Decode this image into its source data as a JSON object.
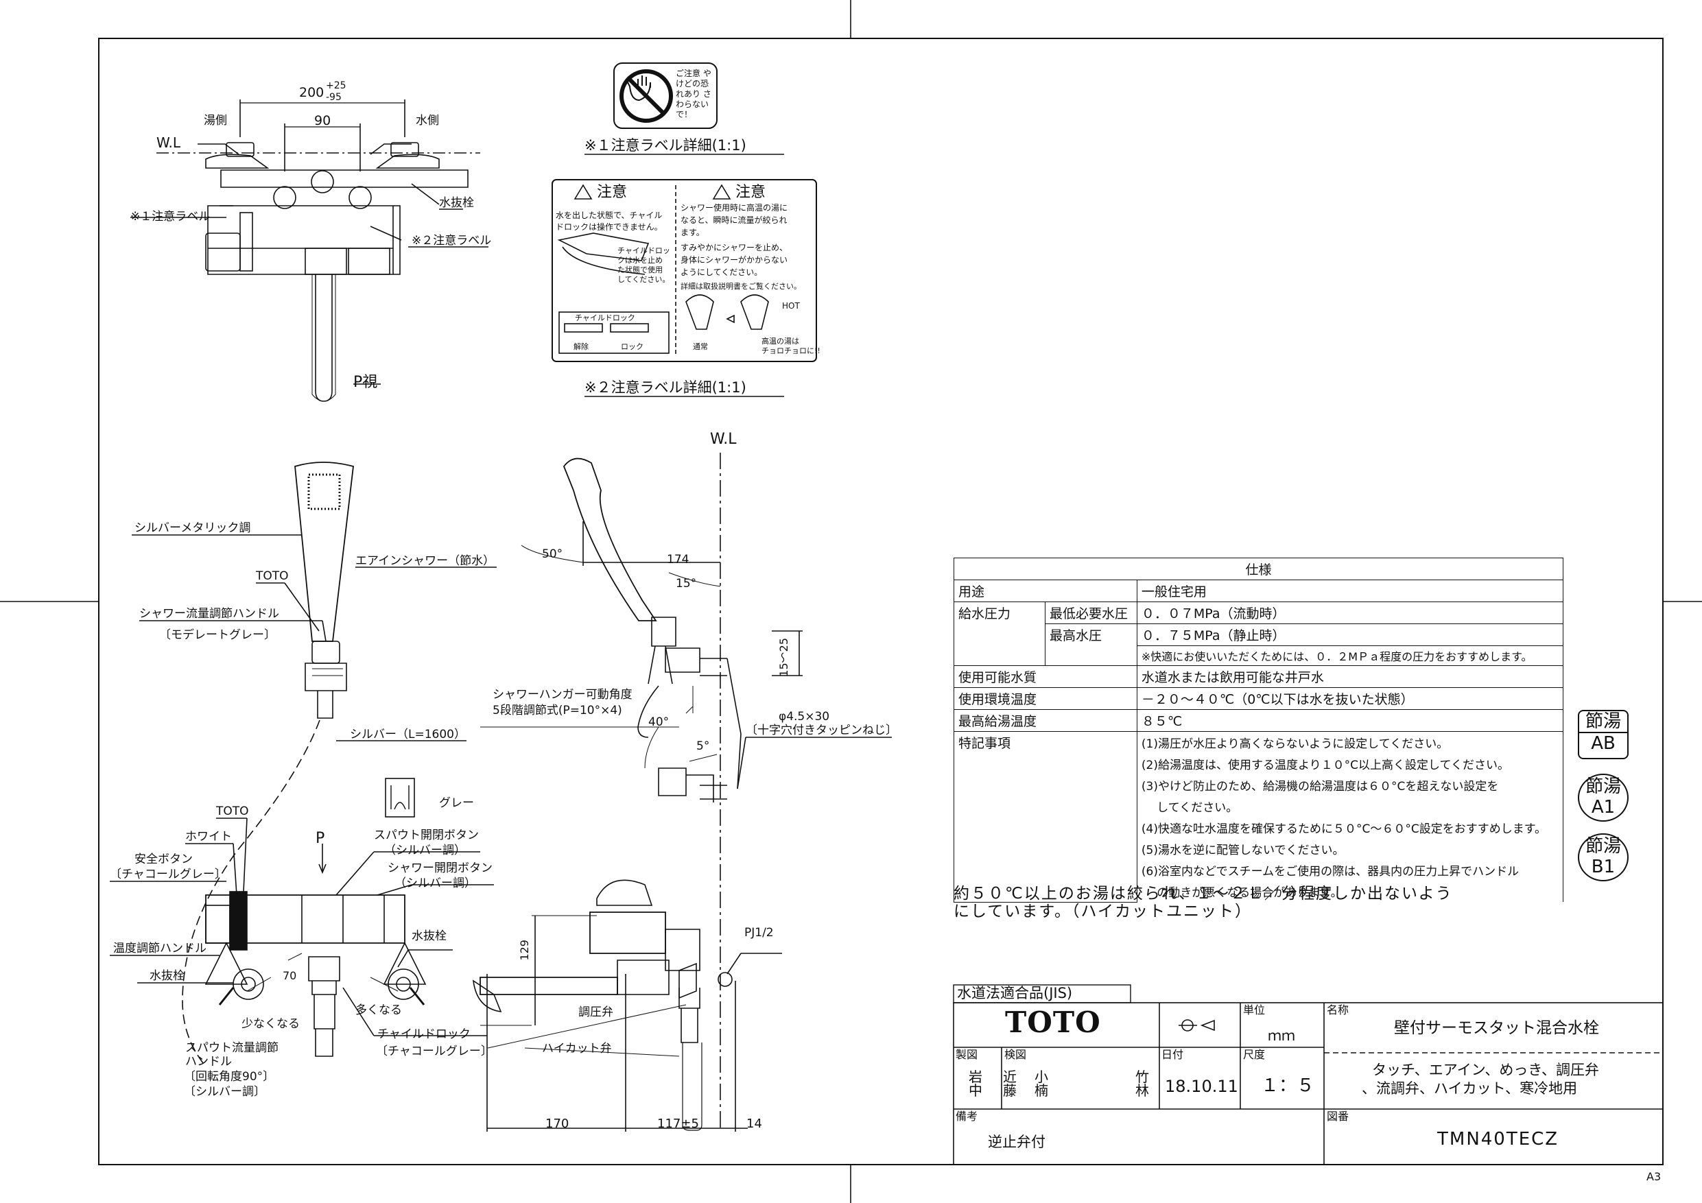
{
  "labels": {
    "width_dim": "200",
    "tol_plus": "+25",
    "tol_minus": "-95",
    "inner_dim": "90",
    "hot_side": "湯側",
    "cold_side": "水側",
    "wl": "W.L",
    "wl2": "W.L",
    "drain_plug": "水抜栓",
    "drain_plug2": "水抜栓",
    "drain_plug3": "水抜栓",
    "label1": "※１注意ラベル",
    "label2": "※２注意ラベル",
    "p_view": "P視",
    "label1_detail": "※１注意ラベル詳細(1:1)",
    "label2_detail": "※２注意ラベル詳細(1:1)",
    "silver_metallic": "シルバーメタリック調",
    "aerin_shower": "エアインシャワー（節水）",
    "toto": "TOTO",
    "toto2": "TOTO",
    "shower_flow_handle": "シャワー流量調節ハンドル",
    "moderate_gray": "〔モデレートグレー〕",
    "silver_hose": "シルバー（L=1600）",
    "gray": "グレー",
    "white": "ホワイト",
    "p": "P",
    "spout_btn": "スパウト開閉ボタン",
    "spout_btn_color": "（シルバー調）",
    "shower_btn": "シャワー開閉ボタン",
    "shower_btn_color": "（シルバー調）",
    "safety_btn": "安全ボタン",
    "safety_btn_color": "〔チャコールグレー〕",
    "temp_handle": "温度調節ハンドル",
    "less": "少なくなる",
    "more": "多くなる",
    "child_lock": "チャイルドロック",
    "child_lock_color": "〔チャコールグレー〕",
    "spout_flow": "スパウト流量調節",
    "spout_flow2": "ハンドル",
    "spout_flow3": "〔回転角度90°〕",
    "spout_flow4": "〔シルバー調〕",
    "angle50": "50°",
    "dim174": "174",
    "angle15": "15°",
    "dim15_25": "15～25",
    "hanger": "シャワーハンガー可動角度",
    "hanger2": "5段階調節式(P=10°×4)",
    "angle40": "40°",
    "angle5": "5°",
    "screw": "φ4.5×30",
    "screw2": "〔十字穴付きタッピンねじ〕",
    "pj": "PJ1/2",
    "dim129": "129",
    "pressure_valve": "調圧弁",
    "highcut_valve": "ハイカット弁",
    "dim170": "170",
    "dim117": "117±5",
    "dim14": "14",
    "v70": "70"
  },
  "caution1": {
    "text": "ご注意 やけどの恐れあり さわらないで！"
  },
  "caution2": {
    "left_title": "注意",
    "left_text": [
      "水を出した状態で、チャイル",
      "ドロックは操作できません。"
    ],
    "child_note": [
      "チャイルドロッ",
      "クは水を止め",
      "た状態で使用",
      "してください。"
    ],
    "lock_title": "チャイルドロック",
    "release": "解除",
    "lock": "ロック",
    "right_title": "注意",
    "right_text": [
      "シャワー使用時に高温の湯に",
      "なると、瞬時に流量が絞られ",
      "ます。",
      "すみやかにシャワーを止め、",
      "身体にシャワーがかからない",
      "ようにしてください。",
      "詳細は取扱説明書をご覧ください。"
    ],
    "normal": "通常",
    "hot_label": "HOT",
    "hot_note": [
      "高温の湯は",
      "チョロチョロに!!"
    ]
  },
  "spec": {
    "title": "仕様",
    "rows": {
      "use_k": "用途",
      "use_v": "一般住宅用",
      "pressure_k": "給水圧力",
      "min_k": "最低必要水圧",
      "min_v": "０．０７MPa（流動時）",
      "max_k": "最高水圧",
      "max_v": "０．７５MPa（静止時）",
      "pressure_note": "※快適にお使いいただくためには、０．２MＰａ程度の圧力をおすすめします。",
      "water_k": "使用可能水質",
      "water_v": "水道水または飲用可能な井戸水",
      "env_k": "使用環境温度",
      "env_v": "－２０～４０℃（0℃以下は水を抜いた状態）",
      "hot_k": "最高給湯温度",
      "hot_v": "８５℃",
      "notes_k": "特記事項"
    },
    "notes": [
      "(1)湯圧が水圧より高くならないように設定してください。",
      "(2)給湯温度は、使用する温度より１０°C以上高く設定してください。",
      "(3)やけど防止のため、給湯機の給湯温度は６０°Cを超えない設定を",
      "　 してください。",
      "(4)快適な吐水温度を確保するために５０°C～６０°C設定をおすすめします。",
      "(5)湯水を逆に配管しないでください。",
      "(6)浴室内などでスチームをご使用の際は、器具内の圧力上昇でハンドル",
      "　 の動きが悪くなる場合があります。"
    ]
  },
  "footnote": [
    "約５０℃以上のお湯は絞られ、１～２Ｌ／分程度しか出ないよう",
    "にしています。（ハイカットユニット）"
  ],
  "badges": {
    "b1_top": "節湯",
    "b1_bottom": "AB",
    "b2_top": "節湯",
    "b2_bottom": "A1",
    "b3_top": "節湯",
    "b3_bottom": "B1"
  },
  "titleblock": {
    "jis": "水道法適合品(JIS)",
    "logo": "TOTO",
    "unit_k": "単位",
    "unit_v": "ｍｍ",
    "name_k": "名称",
    "name_v": "壁付サーモスタット混合水栓",
    "drafted_k": "製図",
    "drafted_v": "岩中",
    "checked_k": "検図",
    "checked_v1": "近藤",
    "checked_v2": "小楠",
    "checked_v3": "竹林",
    "date_k": "日付",
    "date_v": "18.10.11",
    "scale_k": "尺度",
    "scale_v": "１：５",
    "features": [
      "タッチ、エアイン、めっき、調圧弁",
      "、流調弁、ハイカット、寒冷地用"
    ],
    "remarks_k": "備考",
    "remarks_v": "逆止弁付",
    "drawing_k": "図番",
    "drawing_v": "TMN40TECZ"
  },
  "sheet": "A3"
}
